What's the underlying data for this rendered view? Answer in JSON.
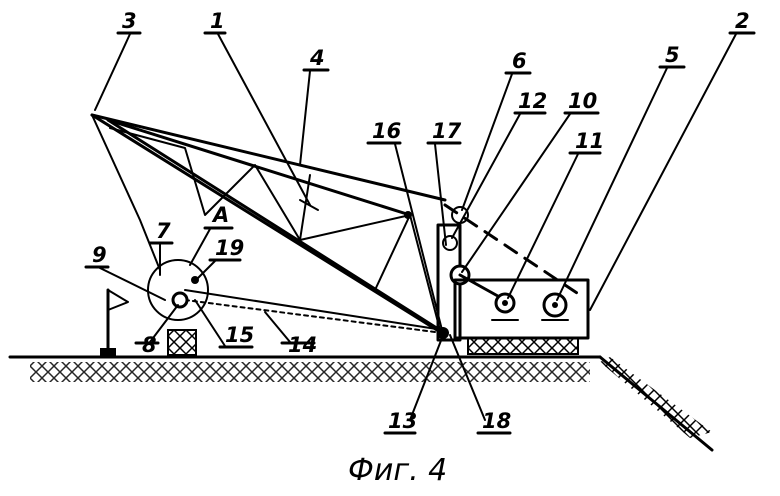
{
  "figure": {
    "caption": "Фиг. 4",
    "labels": {
      "l1": "1",
      "l2": "2",
      "l3": "3",
      "l4": "4",
      "l5": "5",
      "l6": "6",
      "l7": "7",
      "lA": "A",
      "l8": "8",
      "l9": "9",
      "l10": "10",
      "l11": "11",
      "l12": "12",
      "l13": "13",
      "l14": "14",
      "l15": "15",
      "l16": "16",
      "l17": "17",
      "l18": "18",
      "l19": "19"
    }
  }
}
